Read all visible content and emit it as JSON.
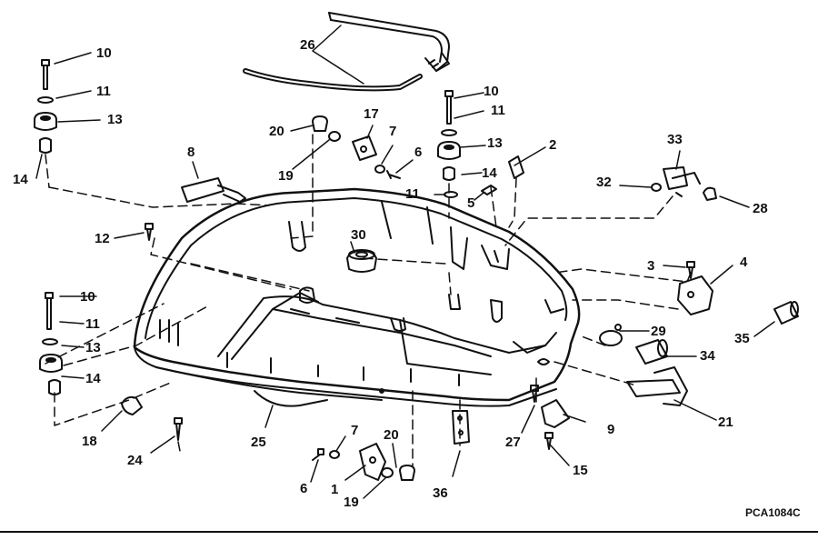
{
  "figure_code": "PCA1084C",
  "callouts": {
    "c10a": "10",
    "c11a": "11",
    "c13a": "13",
    "c14a": "14",
    "c26": "26",
    "c20a": "20",
    "c19a": "19",
    "c17": "17",
    "c7a": "7",
    "c6a": "6",
    "c10b": "10",
    "c11b": "11",
    "c13b": "13",
    "c14b": "14",
    "c11c": "11",
    "c5": "5",
    "c2": "2",
    "c33": "33",
    "c32": "32",
    "c28": "28",
    "c8": "8",
    "c12": "12",
    "c30": "30",
    "c3": "3",
    "c4": "4",
    "c29": "29",
    "c35": "35",
    "c34": "34",
    "c21": "21",
    "c10c": "10",
    "c11d": "11",
    "c13c": "13",
    "c14c": "14",
    "c18": "18",
    "c24": "24",
    "c25": "25",
    "c7b": "7",
    "c20b": "20",
    "c6b": "6",
    "c1": "1",
    "c19b": "19",
    "c36": "36",
    "c27": "27",
    "c9": "9",
    "c15": "15"
  }
}
